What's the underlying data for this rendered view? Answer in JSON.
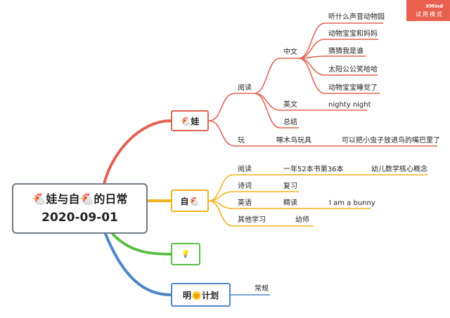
{
  "watermark": {
    "brand": "XMind",
    "text": "试用模式"
  },
  "central": {
    "line1": "🐔娃与自🐔的日常",
    "line2": "2020-09-01"
  },
  "branches": [
    {
      "label": "🐔娃",
      "color": "#e06352"
    },
    {
      "label": "自🐔",
      "color": "#f0b21e"
    },
    {
      "label": "💡",
      "color": "#5bbf46"
    },
    {
      "label": "明🌞计划",
      "color": "#4a86c8"
    }
  ],
  "wa": {
    "reading": "阅读",
    "chinese": "中文",
    "chinese_books": [
      "听什么声音动物园",
      "动物宝宝和妈妈",
      "猜猜我是谁",
      "太阳公公笑哈哈",
      "动物宝宝睡觉了"
    ],
    "english": "英文",
    "english_book": "nighty night",
    "summary": "总结",
    "play": "玩",
    "toy": "啄木鸟玩具",
    "toy_note": "可以把小虫子放进鸟的嘴巴里了"
  },
  "zi": {
    "reading": "阅读",
    "reading_plan": "一年52本书第36本",
    "reading_book": "幼儿数学核心概念",
    "poetry": "诗词",
    "poetry_note": "复习",
    "english": "英语",
    "english_mode": "精读",
    "english_book": "I am a bunny",
    "other": "其他学习",
    "other_note": "幼师"
  },
  "plan": {
    "routine": "常规"
  }
}
